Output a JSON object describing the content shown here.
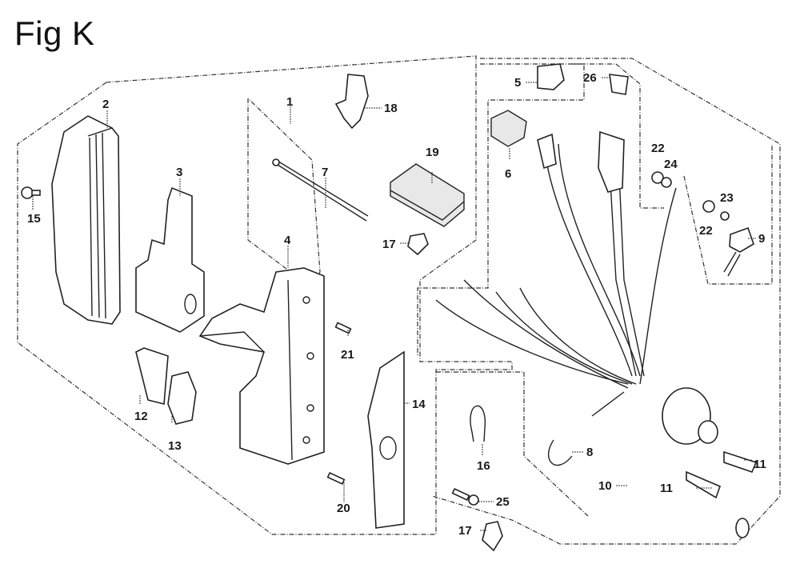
{
  "figure": {
    "title": "Fig K",
    "type": "exploded-parts-diagram"
  },
  "callouts": [
    {
      "id": "c1",
      "label": "1"
    },
    {
      "id": "c2",
      "label": "2"
    },
    {
      "id": "c3",
      "label": "3"
    },
    {
      "id": "c4",
      "label": "4"
    },
    {
      "id": "c5",
      "label": "5"
    },
    {
      "id": "c6",
      "label": "6"
    },
    {
      "id": "c7",
      "label": "7"
    },
    {
      "id": "c8",
      "label": "8"
    },
    {
      "id": "c9",
      "label": "9"
    },
    {
      "id": "c10",
      "label": "10"
    },
    {
      "id": "c11a",
      "label": "11"
    },
    {
      "id": "c11b",
      "label": "11"
    },
    {
      "id": "c12",
      "label": "12"
    },
    {
      "id": "c13",
      "label": "13"
    },
    {
      "id": "c14",
      "label": "14"
    },
    {
      "id": "c15",
      "label": "15"
    },
    {
      "id": "c16",
      "label": "16"
    },
    {
      "id": "c17a",
      "label": "17"
    },
    {
      "id": "c17b",
      "label": "17"
    },
    {
      "id": "c18",
      "label": "18"
    },
    {
      "id": "c19",
      "label": "19"
    },
    {
      "id": "c20",
      "label": "20"
    },
    {
      "id": "c21",
      "label": "21"
    },
    {
      "id": "c22a",
      "label": "22"
    },
    {
      "id": "c22b",
      "label": "22"
    },
    {
      "id": "c23",
      "label": "23"
    },
    {
      "id": "c24",
      "label": "24"
    },
    {
      "id": "c25",
      "label": "25"
    },
    {
      "id": "c26",
      "label": "26"
    }
  ]
}
